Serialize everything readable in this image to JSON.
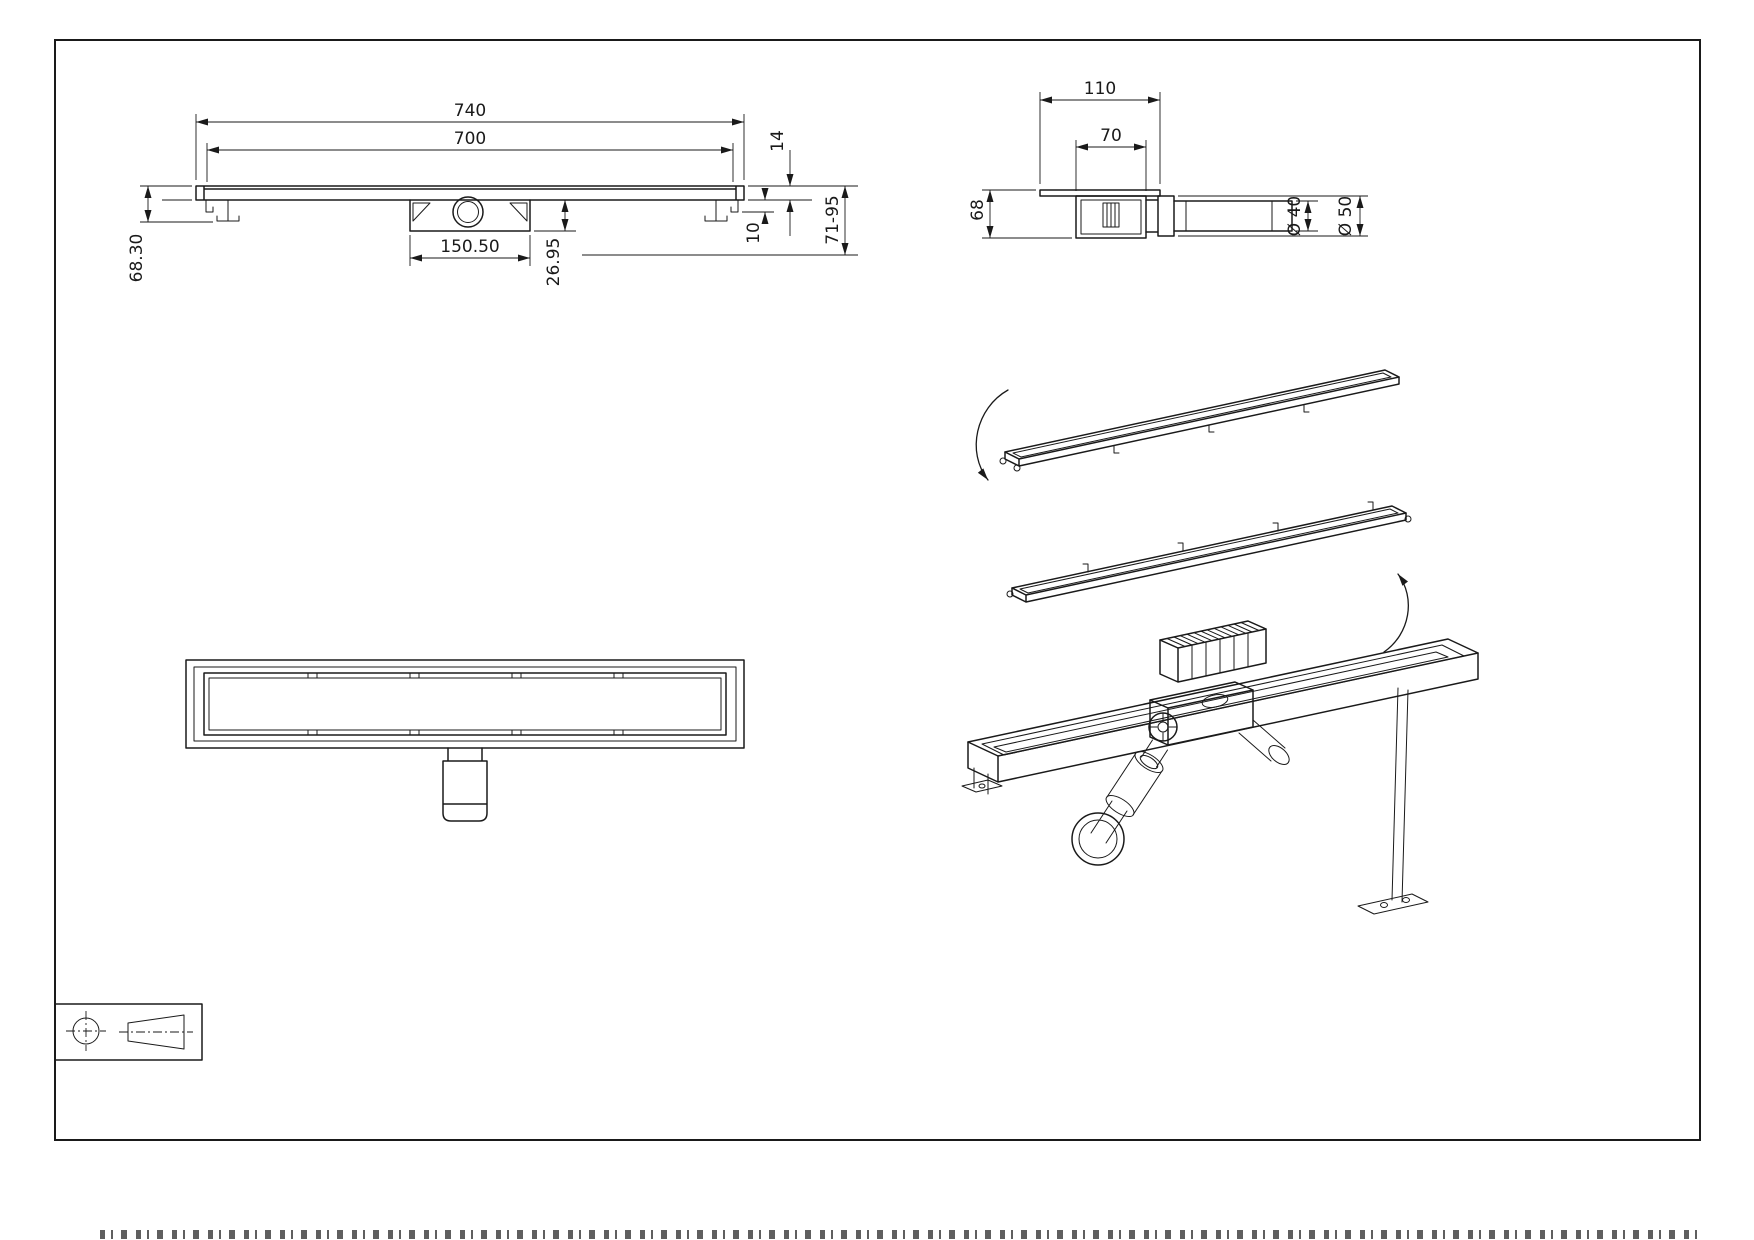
{
  "colors": {
    "line": "#1a1a1a",
    "background": "#ffffff"
  },
  "dims": {
    "front": {
      "outer_length": "740",
      "inner_length": "700",
      "grate_thickness": "14",
      "hook_height": "10",
      "height_range": "71-95",
      "total_height": "68.30",
      "trap_width": "150.50",
      "trap_depth": "26.95"
    },
    "end": {
      "flange_width": "110",
      "body_width": "70",
      "height": "68",
      "pipe_od": "Ø 40",
      "coupling_od": "Ø 50"
    }
  }
}
